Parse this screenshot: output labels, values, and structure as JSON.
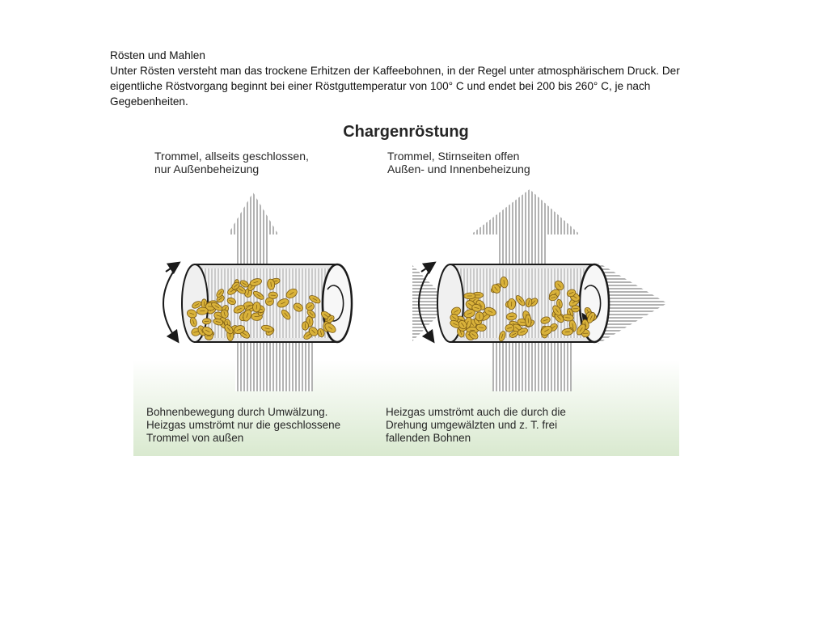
{
  "intro": {
    "heading": "Rösten und Mahlen",
    "body": "Unter Rösten versteht man das trockene Erhitzen der Kaffeebohnen, in der Regel unter atmosphärischem Druck. Der eigentliche Röstvorgang beginnt bei einer Röstguttemperatur von 100° C und endet bei 200 bis 260° C, je nach Gegebenheiten."
  },
  "figure": {
    "title": "Chargenröstung",
    "left": {
      "label_line1": "Trommel, allseits geschlossen,",
      "label_line2": "nur Außenbeheizung",
      "caption_line1": "Bohnenbewegung durch Umwälzung.",
      "caption_line2": "Heizgas umströmt nur die geschlossene",
      "caption_line3": "Trommel von außen"
    },
    "right": {
      "label_line1": "Trommel, Stirnseiten offen",
      "label_line2": "Außen- und Innenbeheizung",
      "caption_line1": "Heizgas umströmt auch die durch die",
      "caption_line2": "Drehung umgewälzten und z. T. frei",
      "caption_line3": "fallenden Bohnen"
    },
    "colors": {
      "background_gradient_top": "#ffffff",
      "background_gradient_bottom": "#d9e9cf",
      "hatch": "#8a8a8a",
      "bean": "#d9b23a",
      "bean_outline": "#7a5a14",
      "drum_outline": "#1a1a1a",
      "drum_fill": "#e6e6e6"
    }
  }
}
